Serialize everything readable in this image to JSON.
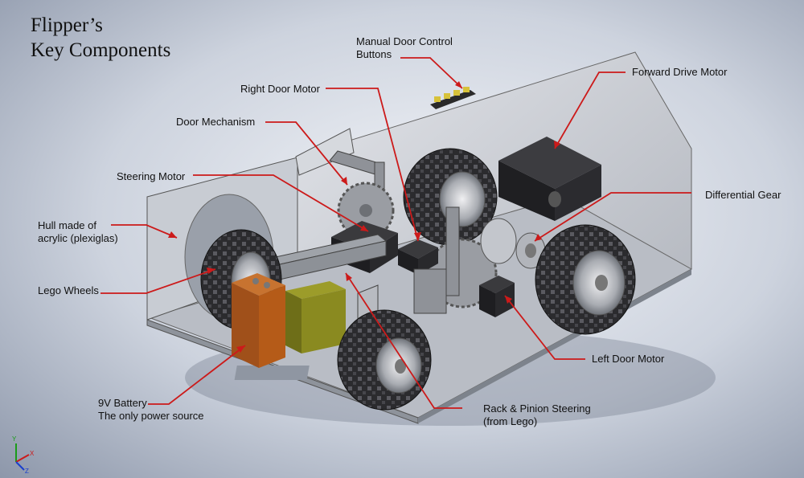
{
  "title": {
    "line1": "Flipper’s",
    "line2": "Key Components"
  },
  "callouts": {
    "manual_buttons": {
      "line1": "Manual Door Control",
      "line2": "Buttons"
    },
    "right_door_motor": "Right Door Motor",
    "door_mechanism": "Door Mechanism",
    "forward_drive_motor": "Forward Drive Motor",
    "steering_motor": "Steering Motor",
    "differential_gear": "Differential Gear",
    "hull": {
      "line1": "Hull made of",
      "line2": "acrylic (plexiglas)"
    },
    "lego_wheels": "Lego Wheels",
    "left_door_motor": "Left Door Motor",
    "battery": {
      "line1": "9V Battery",
      "line2": "The only power source"
    },
    "rack_pinion": {
      "line1": "Rack & Pinion Steering",
      "line2": "(from Lego)"
    }
  },
  "triad": {
    "x": "X",
    "y": "Y",
    "z": "Z"
  },
  "colors": {
    "leader_line": "#cc1a1a",
    "hull": "#c9ccd3",
    "motor": "#1f1f22",
    "battery": "#b55b18",
    "yellow_block": "#8a8a20",
    "gear": "#9a9da3",
    "tire": "#2a2a2c"
  }
}
